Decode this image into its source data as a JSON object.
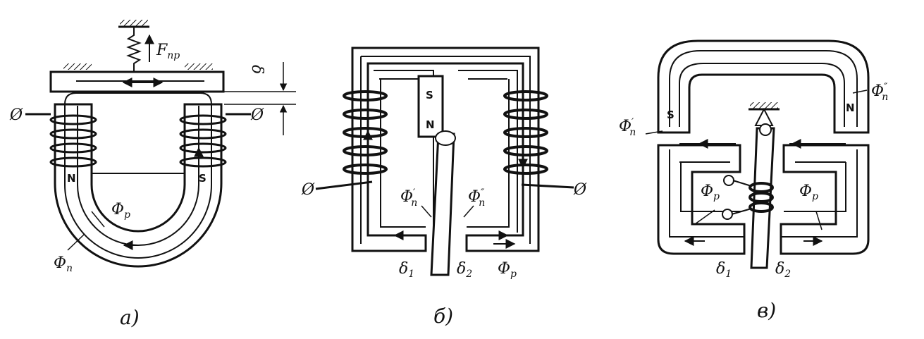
{
  "colors": {
    "ink": "#111111",
    "paper": "#ffffff"
  },
  "panel_a": {
    "caption": "a)",
    "force": {
      "main": "F",
      "sub": "пр"
    },
    "gap": "δ",
    "pole_left": "N",
    "pole_right": "S",
    "flux_work": {
      "main": "Φ",
      "sub": "р"
    },
    "flux_perm": {
      "main": "Φ",
      "sub": "п"
    },
    "terminal_symbol": "Ø"
  },
  "panel_b": {
    "caption": "б)",
    "pole_top": "S",
    "pole_bottom": "N",
    "flux_perm_1": {
      "main": "Φ",
      "sub": "п",
      "mark": "′"
    },
    "flux_perm_2": {
      "main": "Φ",
      "sub": "п",
      "mark": "″"
    },
    "gap_1": {
      "main": "δ",
      "sub": "1"
    },
    "gap_2": {
      "main": "δ",
      "sub": "2"
    },
    "flux_work": {
      "main": "Φ",
      "sub": "р"
    },
    "terminal_symbol": "Ø"
  },
  "panel_c": {
    "caption": "в)",
    "pole_left": "S",
    "pole_right": "N",
    "flux_perm_1": {
      "main": "Φ",
      "sub": "п",
      "mark": "′"
    },
    "flux_perm_2": {
      "main": "Φ",
      "sub": "п",
      "mark": "″"
    },
    "flux_work_left": {
      "main": "Φ",
      "sub": "р"
    },
    "flux_work_right": {
      "main": "Φ",
      "sub": "р"
    },
    "gap_1": {
      "main": "δ",
      "sub": "1"
    },
    "gap_2": {
      "main": "δ",
      "sub": "2"
    }
  }
}
